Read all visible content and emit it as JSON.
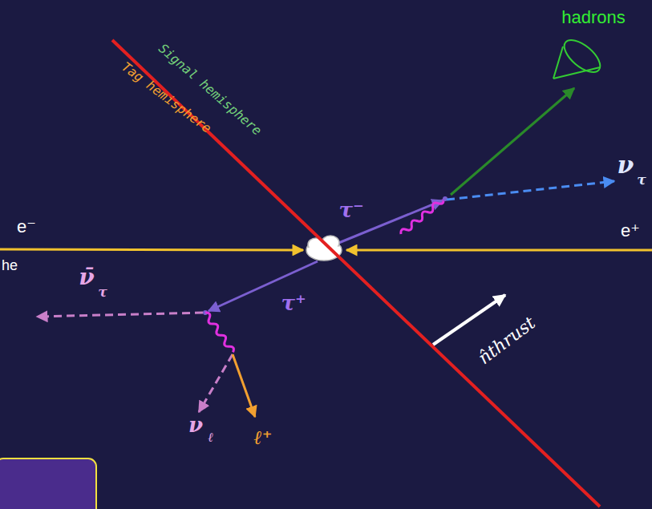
{
  "diagram": {
    "labels": [
      "hadrons",
      "Signal hemisphere",
      "Tag hemisphere",
      "ν",
      "τ",
      "e⁻",
      "e⁺",
      "he",
      "ν̄",
      "τ",
      "τ⁻",
      "τ⁺",
      "ν",
      "ℓ",
      "ℓ⁺",
      "n̂thrust"
    ]
  }
}
